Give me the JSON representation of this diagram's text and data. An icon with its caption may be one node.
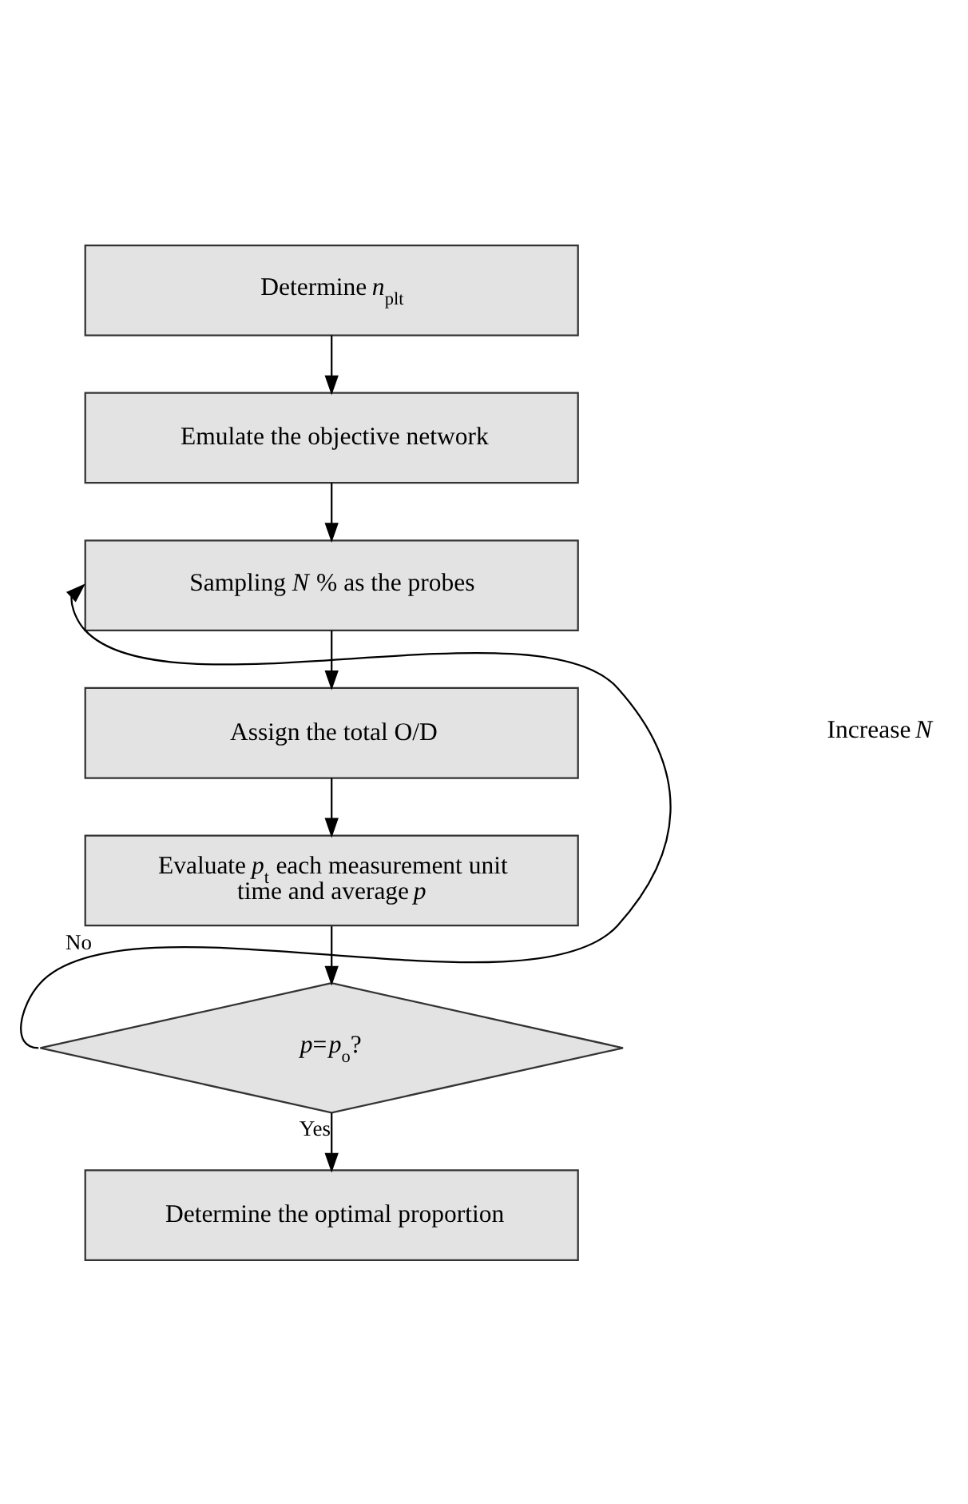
{
  "diagram": {
    "nodes": [
      {
        "text": [
          "Determine *n*$_{plt}$"
        ]
      },
      {
        "text": [
          "Emulate the objective network"
        ]
      },
      {
        "text": [
          "Sampling *N* % as the probes"
        ]
      },
      {
        "text": [
          "Assign the total O/D"
        ]
      },
      {
        "text": [
          "Evaluate *p*$_{t}$ each measurement unit time and average *p*"
        ]
      },
      {
        "text": [
          "*p*=*p*$_{o}$?"
        ]
      },
      {
        "text": [
          "Determine the optimal proportion"
        ]
      }
    ],
    "edges": [
      {
        "from": 0,
        "to": 1,
        "arrow": "to"
      },
      {
        "from": 1,
        "to": 2,
        "arrow": "to"
      },
      {
        "from": 2,
        "to": 3,
        "arrow": "to"
      },
      {
        "from": 3,
        "to": 4,
        "arrow": "to"
      },
      {
        "from": 4,
        "to": 5,
        "arrow": "to"
      },
      {
        "from": 5,
        "to": 6,
        "arrow": "to",
        "label": "Yes"
      },
      {
        "from": 5,
        "to": 2,
        "arrow": "to",
        "label": "No"
      }
    ],
    "labels": [
      "Increase *N*"
    ]
  }
}
